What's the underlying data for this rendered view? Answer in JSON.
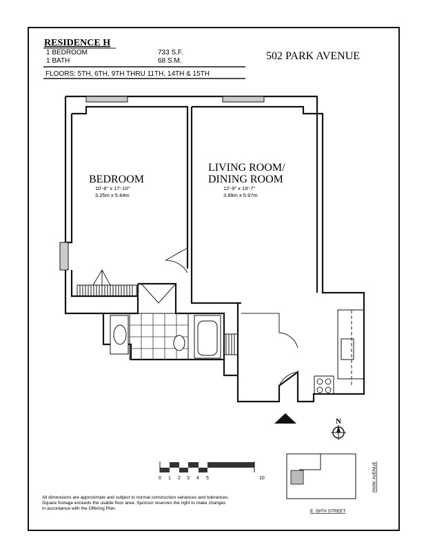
{
  "header": {
    "residence": "RESIDENCE H",
    "bedrooms": "1 BEDROOM",
    "baths": "1 BATH",
    "area_sf": "733 S.F.",
    "area_sm": "68 S.M.",
    "floors": "FLOORS: 5TH, 6TH, 9TH THRU 11TH, 14TH & 15TH",
    "address": "502 PARK AVENUE"
  },
  "rooms": {
    "bedroom": {
      "name": "BEDROOM",
      "imperial": "10'-8\" x 17'-10\"",
      "metric": "3.25m x 5.44m"
    },
    "living": {
      "name_line1": "LIVING ROOM/",
      "name_line2": "DINING ROOM",
      "imperial": "12'-9\" x 19'-7\"",
      "metric": "3.89m x 5.97m"
    }
  },
  "compass": {
    "label": "N"
  },
  "scale": {
    "ticks": [
      "0",
      "1",
      "2",
      "3",
      "4",
      "5",
      "10"
    ]
  },
  "keyplan": {
    "street_right": "PARK AVENUE",
    "street_bottom": "E. 59TH STREET"
  },
  "disclaimer": {
    "line1": "All dimensions are approximate and subject to normal construction variances and tolerances.",
    "line2": "Square footage exceeds the usable floor area. Sponsor reserves the right to make changes",
    "line3": "in accordance with the Offering Plan."
  }
}
